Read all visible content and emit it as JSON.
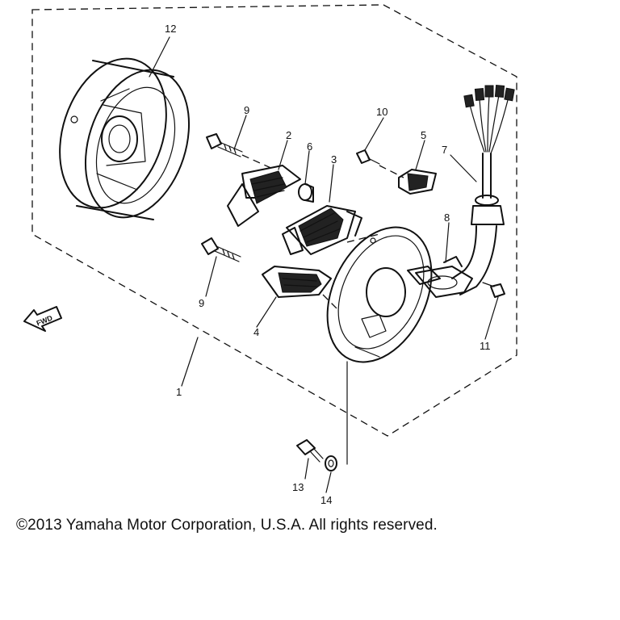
{
  "callouts": {
    "c1": "1",
    "c2": "2",
    "c3": "3",
    "c4": "4",
    "c5": "5",
    "c6": "6",
    "c7": "7",
    "c8": "8",
    "c9a": "9",
    "c9b": "9",
    "c10": "10",
    "c11": "11",
    "c12": "12",
    "c13": "13",
    "c14": "14"
  },
  "fwd_label": "FWD",
  "copyright": "©2013 Yamaha Motor Corporation, U.S.A. All rights reserved."
}
